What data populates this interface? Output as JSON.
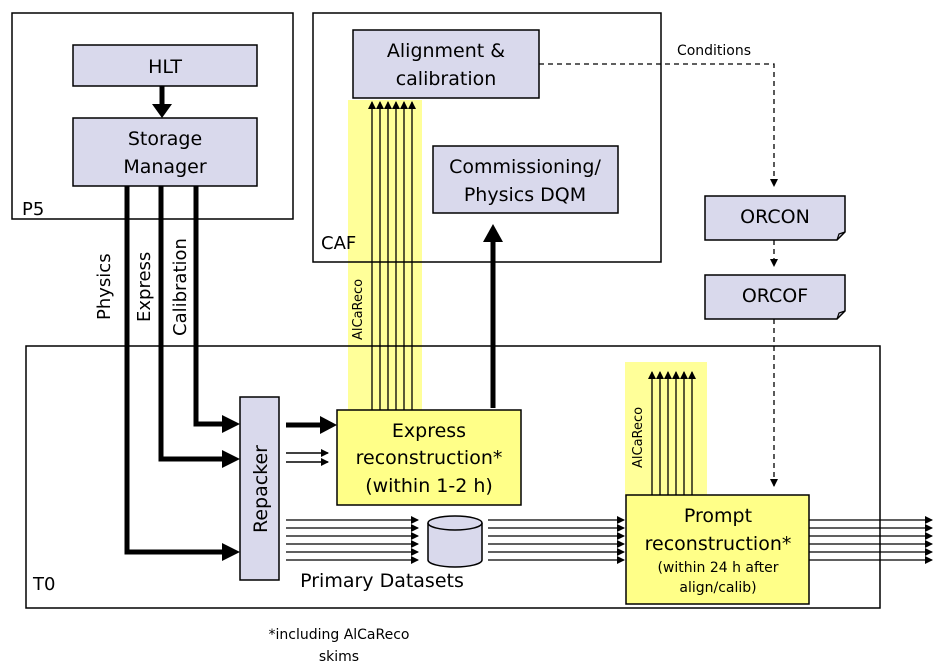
{
  "regions": {
    "p5": "P5",
    "caf": "CAF",
    "t0": "T0"
  },
  "boxes": {
    "hlt": "HLT",
    "storage_manager": [
      "Storage",
      "Manager"
    ],
    "alignment": [
      "Alignment &",
      "calibration"
    ],
    "commissioning": [
      "Commissioning/",
      "Physics DQM"
    ],
    "orcon": "ORCON",
    "orcof": "ORCOF",
    "repacker": "Repacker",
    "express_reco": [
      "Express",
      "reconstruction*",
      "(within 1-2 h)"
    ],
    "prompt_reco": [
      "Prompt",
      "reconstruction*",
      "(within 24 h after",
      "align/calib)"
    ]
  },
  "streams": {
    "physics": "Physics",
    "express": "Express",
    "calibration": "Calibration"
  },
  "labels": {
    "conditions": "Conditions",
    "alcareco_left": "AlCaReco",
    "alcareco_right": "AlCaReco",
    "primary_datasets": "Primary Datasets",
    "footnote": [
      "*including AlCaReco",
      "skims"
    ]
  },
  "colors": {
    "box_fill": "#d9d9ec",
    "highlight": "#ffff88"
  }
}
